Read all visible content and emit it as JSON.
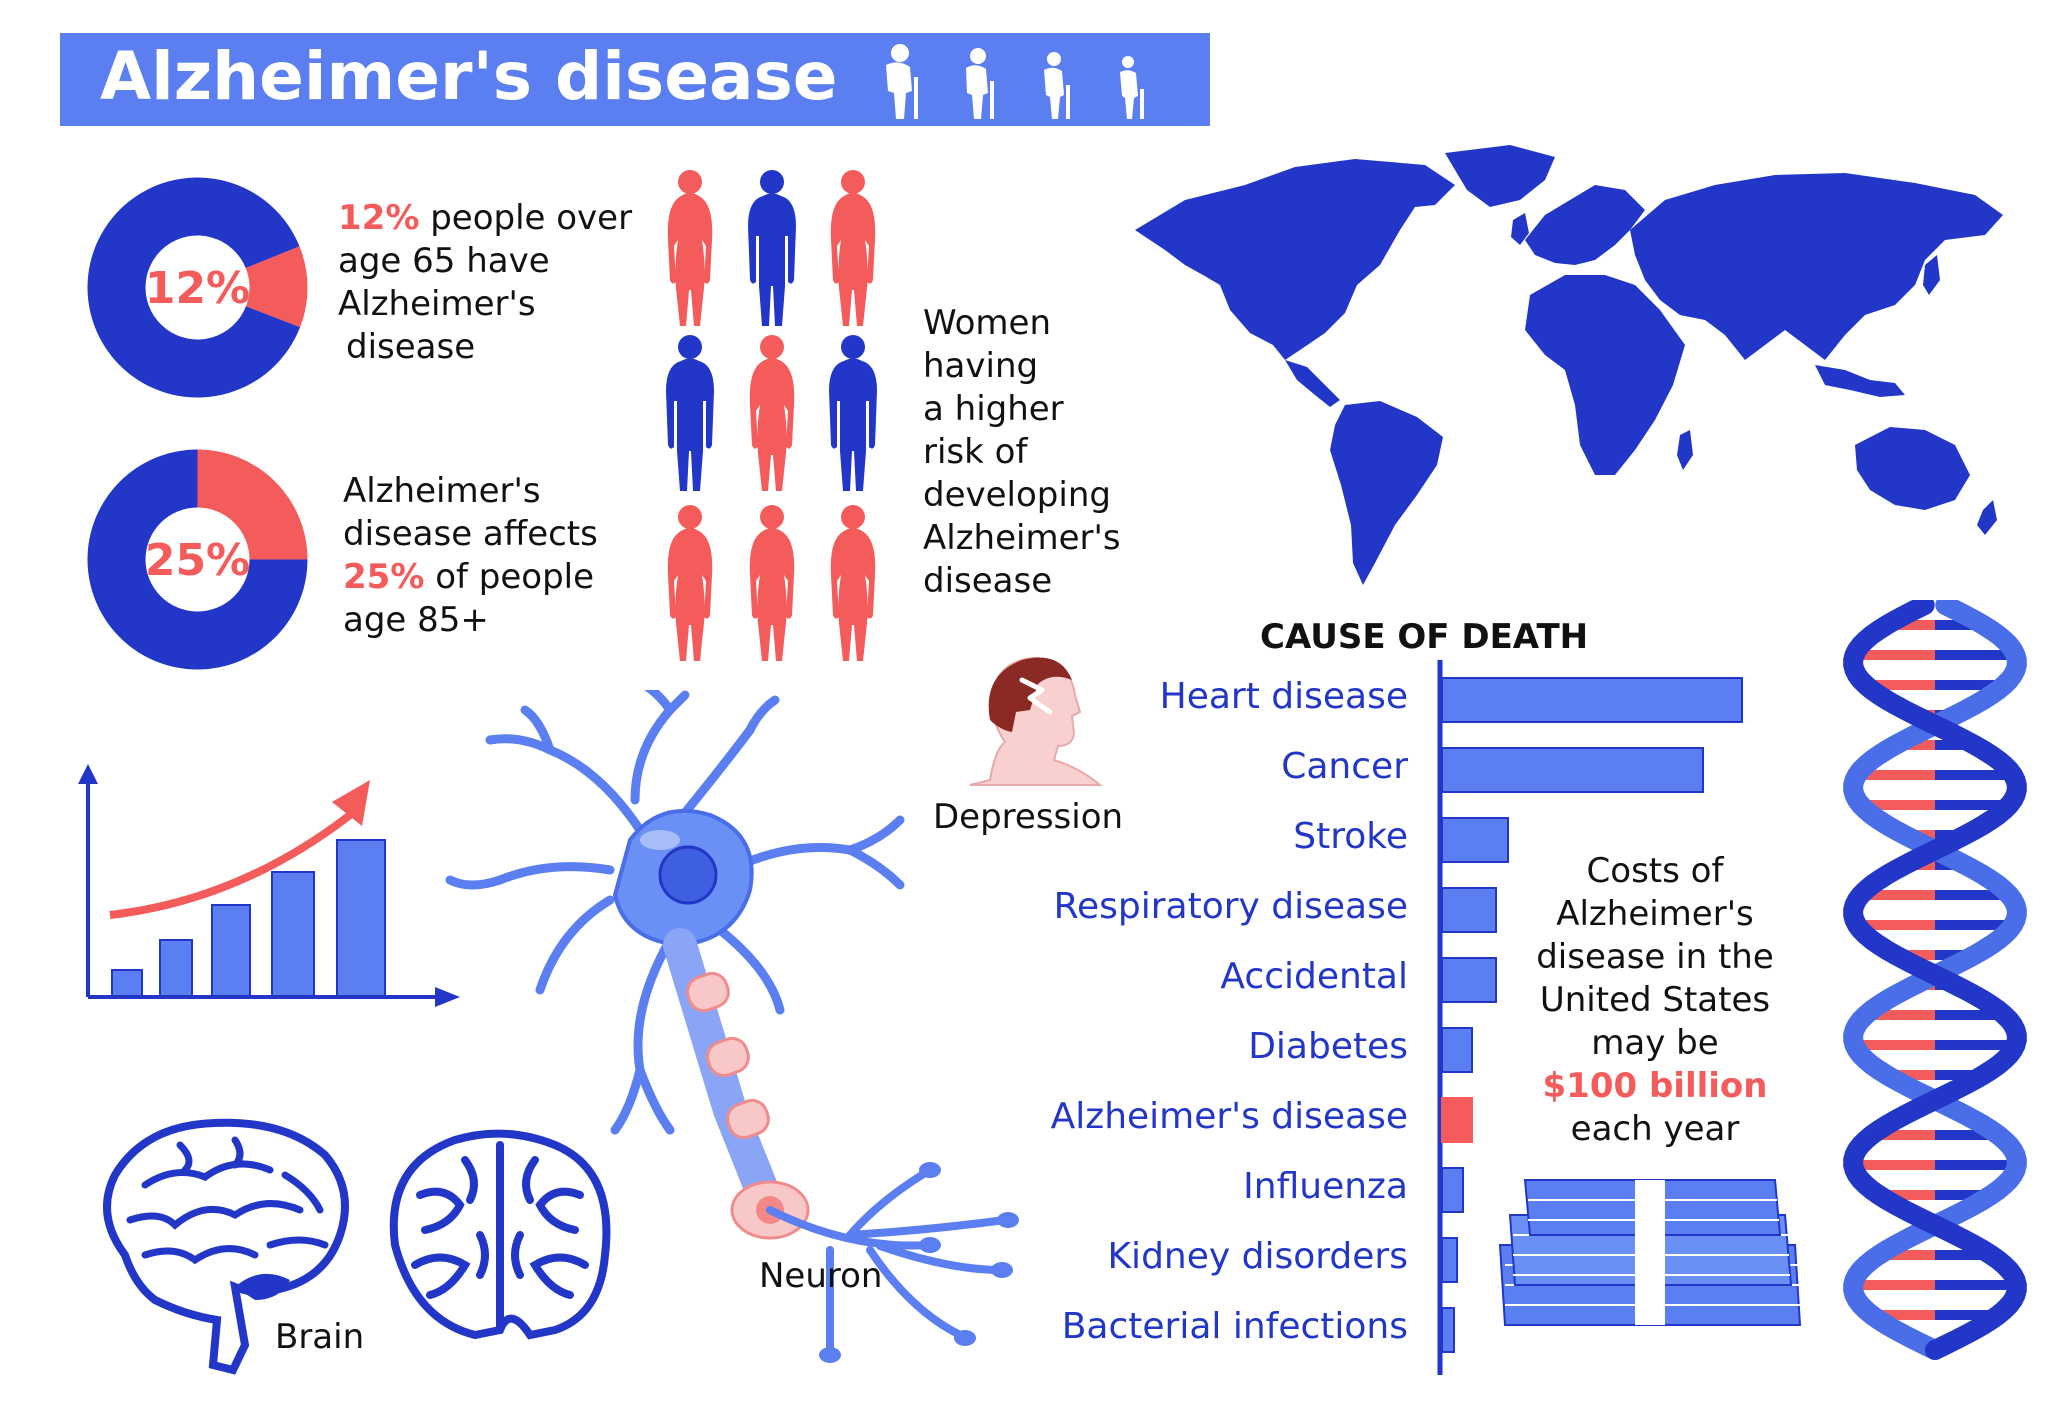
{
  "title": "Alzheimer's disease",
  "colors": {
    "blue": "#2236c8",
    "light_blue": "#5b7ff0",
    "red": "#f45b5b",
    "white": "#ffffff"
  },
  "stat_12": {
    "pct": "12%",
    "text_after": " people over",
    "line2": "age 65 have",
    "line3": "Alzheimer's",
    "line4": "disease",
    "fraction": 0.12
  },
  "stat_25": {
    "line1": "Alzheimer's",
    "line2": "disease affects",
    "pct": "25%",
    "line3_after": " of people",
    "line4": "age 85+",
    "fraction": 0.25
  },
  "women_text": [
    "Women",
    "having",
    "a higher",
    "risk of",
    "developing",
    "Alzheimer's",
    "disease"
  ],
  "depression_label": "Depression",
  "neuron_label": "Neuron",
  "brain_label": "Brain",
  "costs": {
    "line1": "Costs of",
    "line2": "Alzheimer's",
    "line3": "disease in the",
    "line4": "United States",
    "line5": "may be",
    "amount": "$100 billion",
    "line6": "each year"
  },
  "icons": [
    "elderly-person-icon",
    "world-map-icon",
    "woman-silhouette-icon",
    "man-silhouette-icon",
    "head-depression-icon",
    "brain-icon",
    "neuron-icon",
    "dna-icon",
    "money-stack-icon",
    "growth-chart-icon"
  ],
  "chart_data": {
    "type": "bar",
    "title": "CAUSE OF DEATH",
    "orientation": "horizontal",
    "categories": [
      "Heart disease",
      "Cancer",
      "Stroke",
      "Respiratory disease",
      "Accidental",
      "Diabetes",
      "Alzheimer's disease",
      "Influenza",
      "Kidney disorders",
      "Bacterial infections"
    ],
    "values": [
      100,
      87,
      22,
      18,
      18,
      10,
      10,
      7,
      5,
      4
    ],
    "highlight": "Alzheimer's disease",
    "xlabel": "",
    "ylabel": "",
    "xlim": [
      0,
      100
    ],
    "grid": false
  }
}
